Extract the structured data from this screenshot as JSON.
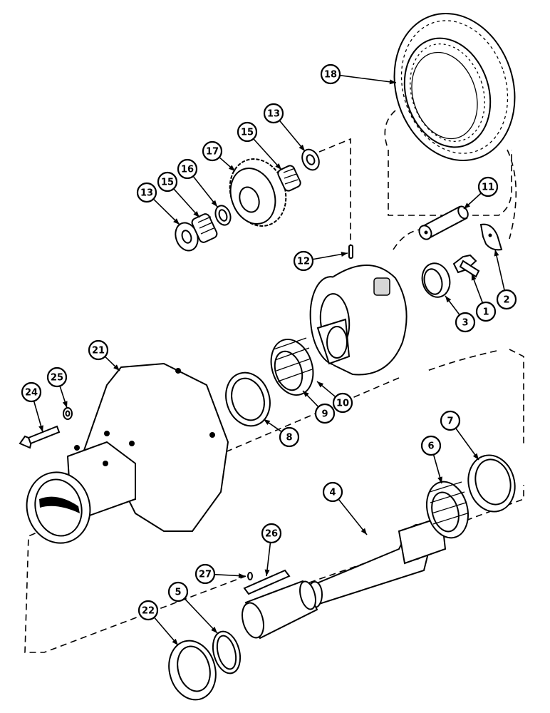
{
  "callouts": [
    {
      "id": "c1",
      "label": "1"
    },
    {
      "id": "c2",
      "label": "2"
    },
    {
      "id": "c3",
      "label": "3"
    },
    {
      "id": "c4",
      "label": "4"
    },
    {
      "id": "c5",
      "label": "5"
    },
    {
      "id": "c6",
      "label": "6"
    },
    {
      "id": "c7",
      "label": "7"
    },
    {
      "id": "c8",
      "label": "8"
    },
    {
      "id": "c9",
      "label": "9"
    },
    {
      "id": "c10",
      "label": "10"
    },
    {
      "id": "c11",
      "label": "11"
    },
    {
      "id": "c12",
      "label": "12"
    },
    {
      "id": "c13a",
      "label": "13"
    },
    {
      "id": "c13b",
      "label": "13"
    },
    {
      "id": "c15a",
      "label": "15"
    },
    {
      "id": "c15b",
      "label": "15"
    },
    {
      "id": "c16",
      "label": "16"
    },
    {
      "id": "c17",
      "label": "17"
    },
    {
      "id": "c18",
      "label": "18"
    },
    {
      "id": "c21",
      "label": "21"
    },
    {
      "id": "c22",
      "label": "22"
    },
    {
      "id": "c24",
      "label": "24"
    },
    {
      "id": "c25",
      "label": "25"
    },
    {
      "id": "c26",
      "label": "26"
    },
    {
      "id": "c27",
      "label": "27"
    }
  ]
}
